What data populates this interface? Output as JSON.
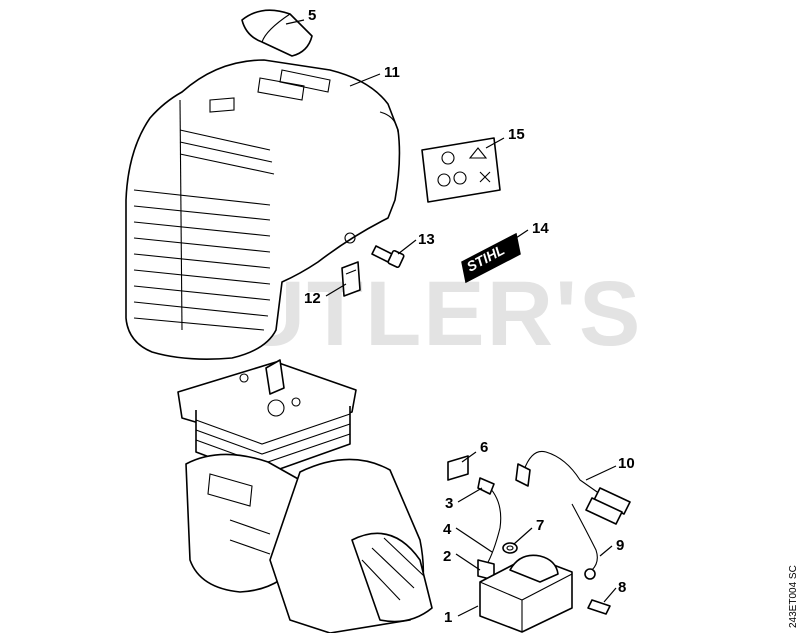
{
  "watermark": "CUTLER'S",
  "doc_ref": "243ET004 SC",
  "brand_label": "STIHL",
  "callouts": [
    "5",
    "11",
    "15",
    "13",
    "14",
    "12",
    "6",
    "10",
    "3",
    "7",
    "4",
    "9",
    "2",
    "8",
    "1"
  ]
}
